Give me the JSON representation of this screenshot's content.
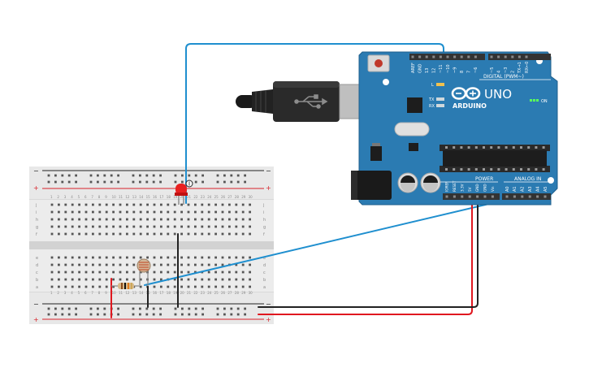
{
  "arduino": {
    "brand": "ARDUINO",
    "model": "UNO",
    "digital_label": "DIGITAL (PWM~)",
    "power_label": "POWER",
    "analog_label": "ANALOG IN",
    "on_label": "ON",
    "l_label": "L",
    "tx_label": "TX",
    "rx_label": "RX",
    "digital_pins": [
      "AREF",
      "GND",
      "13",
      "12",
      "~11",
      "~10",
      "~9",
      "8",
      "7",
      "~6",
      "~5",
      "4",
      "~3",
      "2",
      "TX→1",
      "RX←0"
    ],
    "power_pins": [
      "IOREF",
      "RESET",
      "3.3V",
      "5V",
      "GND",
      "GND",
      "Vin"
    ],
    "analog_pins": [
      "A0",
      "A1",
      "A2",
      "A3",
      "A4",
      "A5"
    ],
    "colors": {
      "board": "#2b7bb2",
      "header": "#333333",
      "chip": "#1d1d1d"
    }
  },
  "breadboard": {
    "row_letters_top": [
      "j",
      "i",
      "h",
      "g",
      "f"
    ],
    "row_letters_bottom": [
      "e",
      "d",
      "c",
      "b",
      "a"
    ],
    "column_numbers": [
      "1",
      "2",
      "3",
      "4",
      "5",
      "6",
      "7",
      "8",
      "9",
      "10",
      "11",
      "12",
      "13",
      "14",
      "15",
      "16",
      "17",
      "18",
      "19",
      "20",
      "21",
      "22",
      "23",
      "24",
      "25",
      "26",
      "27",
      "28",
      "29",
      "30"
    ],
    "rail_plus": "+",
    "rail_minus": "−"
  },
  "wires": {
    "signal_color": "#1f8fcf",
    "power_color": "#e0171f",
    "ground_color": "#222222"
  }
}
